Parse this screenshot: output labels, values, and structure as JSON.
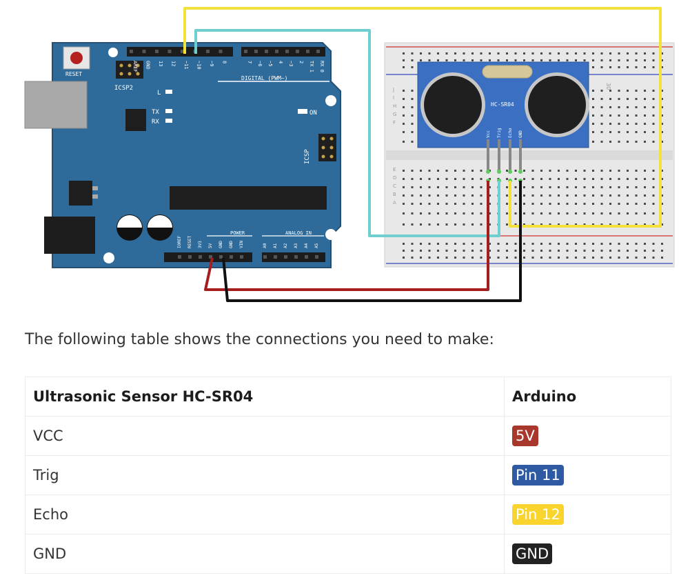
{
  "diagram": {
    "reset_label": "RESET",
    "icsp2_label": "ICSP2",
    "icsp_label": "ICSP",
    "led_l_label": "L",
    "tx_label": "TX",
    "rx_label": "RX",
    "on_label": "ON",
    "digital_label": "DIGITAL (PWM~)",
    "power_label": "POWER",
    "analog_label": "ANALOG IN",
    "top_pins": [
      "AREF",
      "GND",
      "13",
      "12",
      "~11",
      "~10",
      "~9",
      "8",
      "7",
      "~6",
      "~5",
      "4",
      "~3",
      "2",
      "TX 1",
      "RX 0"
    ],
    "bottom_pins": [
      "IOREF",
      "RESET",
      "3V3",
      "5V",
      "GND",
      "GND",
      "VIN",
      "A0",
      "A1",
      "A2",
      "A3",
      "A4",
      "A5"
    ],
    "sensor_name": "HC-SR04",
    "sensor_pins": [
      "Vcc",
      "Trig",
      "Echo",
      "GND"
    ],
    "breadboard_letters": [
      "J",
      "I",
      "H",
      "G",
      "F",
      "E",
      "D",
      "C",
      "B",
      "A"
    ],
    "breadboard_number": "30",
    "wire_colors": {
      "yellow": "#f3e23b",
      "cyan": "#6fcfd0",
      "red": "#a61d1d",
      "black": "#111111"
    }
  },
  "intro_text": "The following table shows the connections you need to make:",
  "table": {
    "headers": [
      "Ultrasonic Sensor HC-SR04",
      "Arduino"
    ],
    "rows": [
      {
        "sensor": "VCC",
        "arduino": "5V",
        "color": "#a8372c"
      },
      {
        "sensor": "Trig",
        "arduino": "Pin 11",
        "color": "#2e5aa3"
      },
      {
        "sensor": "Echo",
        "arduino": "Pin 12",
        "color": "#f9d42c"
      },
      {
        "sensor": "GND",
        "arduino": "GND",
        "color": "#222222"
      }
    ]
  }
}
